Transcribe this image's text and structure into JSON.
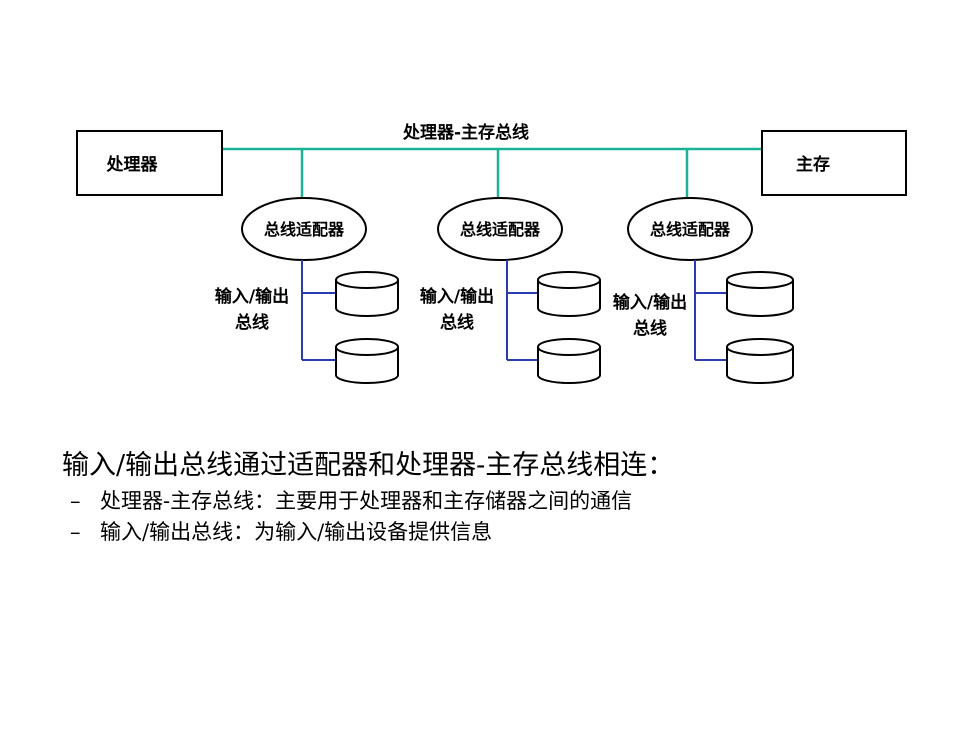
{
  "diagram": {
    "bus_label": "处理器-主存总线",
    "processor_label": "处理器",
    "memory_label": "主存",
    "adapter_label": "总线适配器",
    "io_bus_label_line1": "输入/输出",
    "io_bus_label_line2": "总线",
    "colors": {
      "main_bus": "#1bb396",
      "io_bus": "#2b3bb0",
      "stroke": "#000000"
    },
    "groups": [
      {
        "name": "group-1"
      },
      {
        "name": "group-2"
      },
      {
        "name": "group-3"
      }
    ]
  },
  "caption": {
    "heading": "输入/输出总线通过适配器和处理器-主存总线相连：",
    "bullets": [
      {
        "dash": "–",
        "text": "处理器-主存总线：主要用于处理器和主存储器之间的通信"
      },
      {
        "dash": "–",
        "text": "输入/输出总线：为输入/输出设备提供信息"
      }
    ]
  }
}
